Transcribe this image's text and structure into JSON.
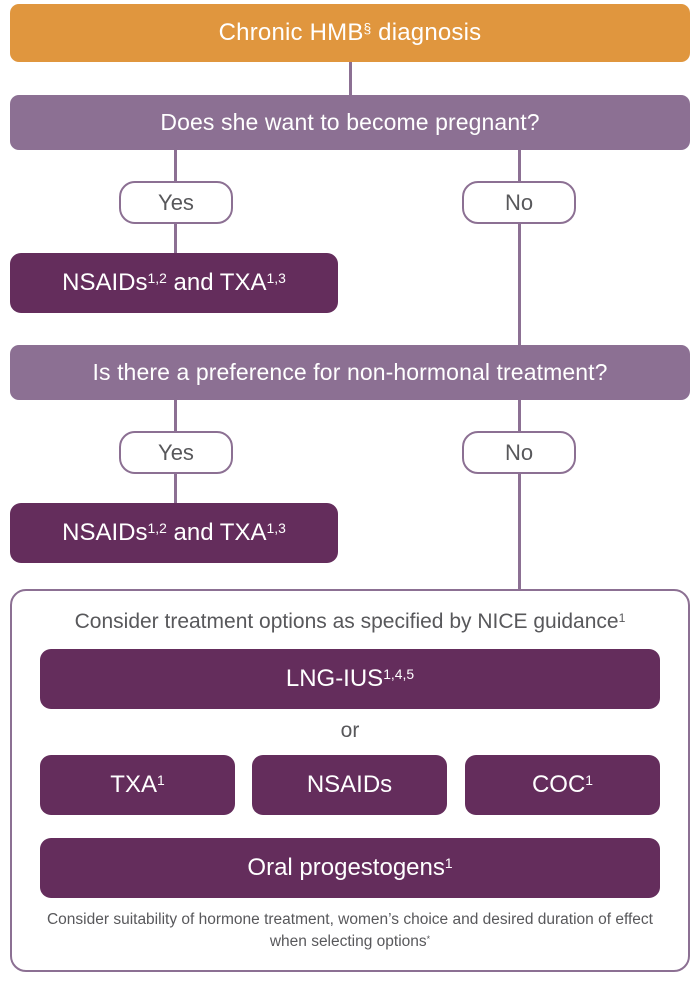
{
  "diagram": {
    "title": "Chronic HMB diagnosis treatment pathway flowchart",
    "colors": {
      "orange": "#E0963E",
      "lavender": "#8C7093",
      "dark_purple": "#642D5C",
      "text_grey": "#58585B",
      "white": "#FFFFFF"
    }
  },
  "start": {
    "label": "Chronic HMB",
    "superscript": "§",
    "label_tail": " diagnosis"
  },
  "question1": {
    "label": "Does she want to become pregnant?",
    "yes_label": "Yes",
    "no_label": "No"
  },
  "treatment1": {
    "name": "NSAIDs",
    "sup1": "1,2",
    "joiner": "  and TXA",
    "sup2": "1,3"
  },
  "question2": {
    "label": "Is there a preference for non-hormonal treatment?",
    "yes_label": "Yes",
    "no_label": "No"
  },
  "treatment2": {
    "name": "NSAIDs",
    "sup1": "1,2",
    "joiner": "  and TXA",
    "sup2": "1,3"
  },
  "panel": {
    "heading": "Consider treatment options as specified by NICE guidance",
    "heading_sup": "1",
    "primary_option": {
      "label": "LNG-IUS",
      "sup": "1,4,5"
    },
    "or_label": "or",
    "options_row": [
      {
        "label": "TXA",
        "sup": "1"
      },
      {
        "label": "NSAIDs",
        "sup": ""
      },
      {
        "label": "COC",
        "sup": "1"
      }
    ],
    "oral_option": {
      "label": "Oral progestogens",
      "sup": "1"
    },
    "footnote_line1": "Consider suitability of hormone treatment, women’s choice and desired duration",
    "footnote_line2": "of effect when selecting options",
    "footnote_sup": "*"
  }
}
